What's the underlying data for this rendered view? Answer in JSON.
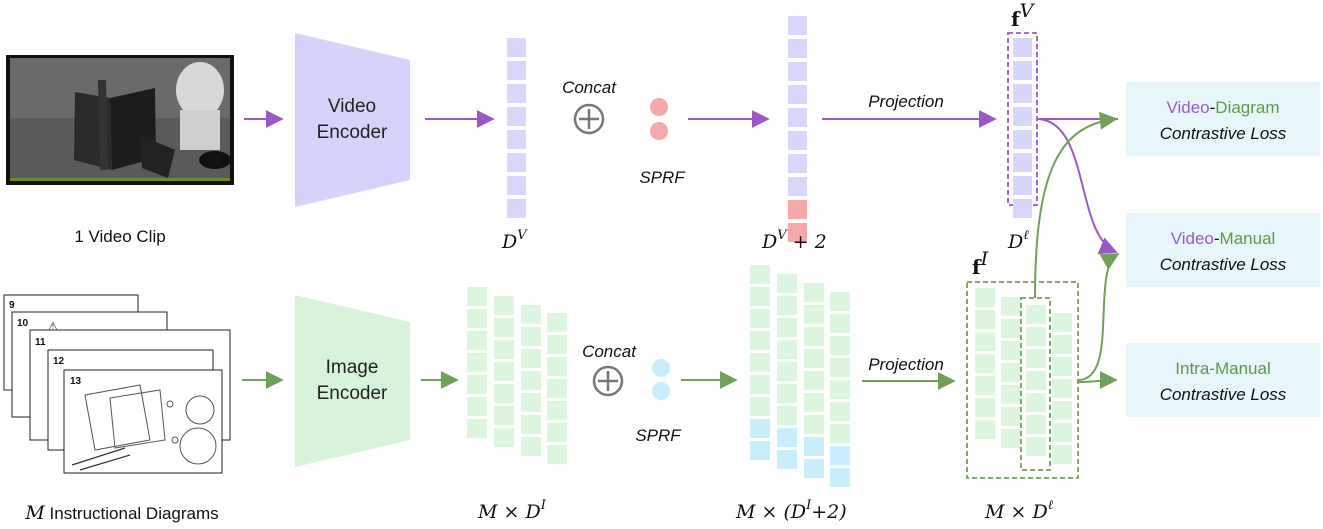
{
  "video_row": {
    "clip_label": "1 Video Clip",
    "encoder_line1": "Video",
    "encoder_line2": "Encoder",
    "feature_dim": "D",
    "feature_dim_sup": "V",
    "concat_label": "Concat",
    "sprf_label": "SPRF",
    "concat_dim": "D",
    "concat_dim_sup": "V",
    "concat_dim_suffix": " + 2",
    "projection_label": "Projection",
    "proj_feature": "f",
    "proj_feature_sup": "V",
    "proj_dim": "D",
    "proj_dim_sup": "ℓ"
  },
  "image_row": {
    "diagrams_prefix": "M",
    "diagrams_label": " Instructional Diagrams",
    "diagram_page_numbers": [
      "9",
      "10",
      "11",
      "12",
      "13"
    ],
    "encoder_line1": "Image",
    "encoder_line2": "Encoder",
    "feature_dim_prefix": "M × D",
    "feature_dim_sup": "I",
    "concat_label": "Concat",
    "sprf_label": "SPRF",
    "concat_dim_prefix": "M × (D",
    "concat_dim_sup": "I",
    "concat_dim_suffix": "+2)",
    "projection_label": "Projection",
    "proj_feature": "f",
    "proj_feature_sup": "I",
    "proj_dim_prefix": "M × D",
    "proj_dim_sup": "ℓ"
  },
  "losses": [
    {
      "part1": "Video",
      "sep": "-",
      "part2": "Diagram",
      "line2": "Contrastive Loss"
    },
    {
      "part1": "Video",
      "sep": "-",
      "part2": "Manual",
      "line2": "Contrastive Loss"
    },
    {
      "part1": "",
      "sep": "",
      "part2": "Intra-Manual",
      "line2": "Contrastive Loss"
    }
  ],
  "colors": {
    "video_purple": "#9b59c6",
    "video_block": "#d9d6fb",
    "encoder_video": "#d5d2fb",
    "image_green": "#72a05a",
    "image_block": "#dcf5df",
    "encoder_image": "#d7f4da",
    "sprf_video": "#f4a8a8",
    "sprf_image": "#c8eefc",
    "loss_box": "#e6f6fb",
    "concat_circle": "#777777"
  },
  "icons": [
    "concat-plus-icon"
  ]
}
